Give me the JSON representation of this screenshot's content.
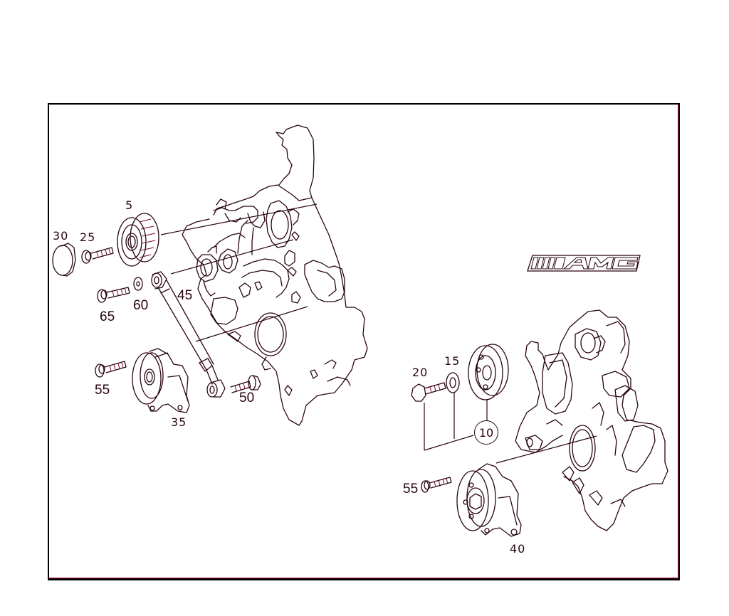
{
  "diagram": {
    "type": "exploded parts diagram",
    "subject": "belt drive tensioner and idler pulley assembly on engine timing cover",
    "colors": {
      "line": "#2a0510",
      "accent_edge": "#c8183c",
      "background": "#ffffff"
    },
    "logo": {
      "text": "AMG",
      "style": "outlined with speed stripes"
    },
    "left_assembly": {
      "callouts": [
        {
          "id": "30",
          "part": "cap",
          "style": "thin"
        },
        {
          "id": "25",
          "part": "bolt",
          "style": "thin"
        },
        {
          "id": "5",
          "part": "idler pulley",
          "style": "thin"
        },
        {
          "id": "65",
          "part": "bolt",
          "style": "bold"
        },
        {
          "id": "60",
          "part": "washer",
          "style": "bold"
        },
        {
          "id": "45",
          "part": "damper / shock absorber",
          "style": "bold"
        },
        {
          "id": "55",
          "part": "bolt",
          "style": "bold"
        },
        {
          "id": "35",
          "part": "belt tensioner",
          "style": "thin"
        },
        {
          "id": "50",
          "part": "bolt",
          "style": "bold"
        }
      ]
    },
    "right_assembly": {
      "callouts": [
        {
          "id": "20",
          "part": "bolt",
          "style": "thin"
        },
        {
          "id": "15",
          "part": "washer",
          "style": "thin"
        },
        {
          "id": "10",
          "part": "pulley (group)",
          "style": "circled"
        },
        {
          "id": "55",
          "part": "bolt",
          "style": "bold"
        },
        {
          "id": "40",
          "part": "belt tensioner",
          "style": "thin"
        }
      ]
    }
  }
}
